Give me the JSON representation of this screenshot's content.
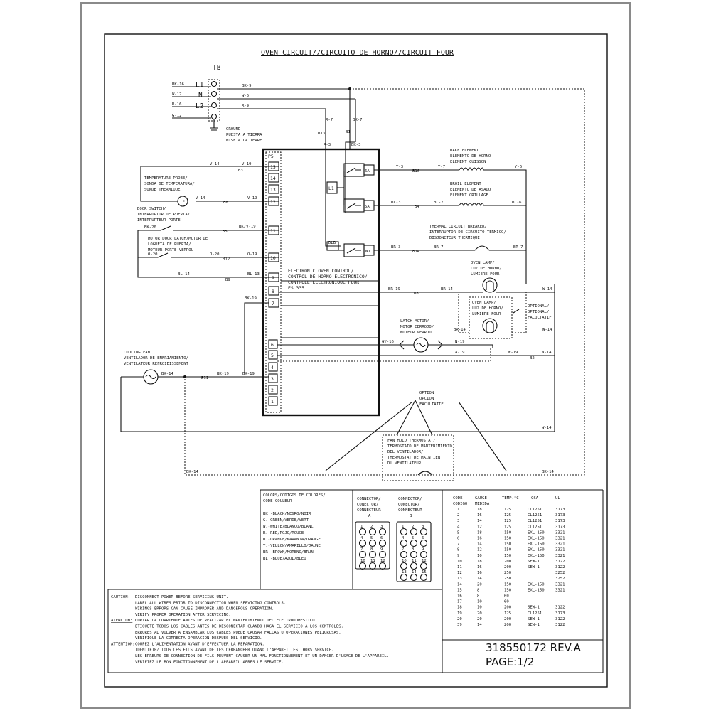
{
  "title": "OVEN CIRCUIT//CIRCUITO DE HORNO//CIRCUIT FOUR",
  "terminal_block": {
    "name": "TB",
    "terminals": [
      "L1",
      "N",
      "L2"
    ],
    "incoming": [
      "BK-16",
      "W-17",
      "R-16",
      "G-12"
    ],
    "outgoing": [
      "BK-9",
      "W-5",
      "R-9"
    ]
  },
  "ground": [
    "GROUND",
    "PUESTA A TIERRA",
    "MISE A LA TERRE"
  ],
  "wire_labels": {
    "r7": "R-7",
    "bk7": "BK-7",
    "r3": "R-3",
    "bk3": "BK-3",
    "v19a": "V-19",
    "v14a": "V-14",
    "v14b": "V-14",
    "v19b": "V-19",
    "bk20": "BK-20",
    "bkv19": "BK/V-19",
    "o20a": "O-20",
    "o20b": "O-20",
    "o19": "O-19",
    "bl14": "BL-14",
    "bl13": "BL-13",
    "bk19a": "BK-19",
    "bk14a": "BK-14",
    "bk19b": "BK-19",
    "bk19c": "BK-19",
    "y3": "Y-3",
    "y7": "Y-7",
    "y6": "Y-6",
    "bl3": "BL-3",
    "bl7": "BL-7",
    "bl6": "BL-6",
    "br3": "BR-3",
    "br7a": "BR-7",
    "br7b": "BR-7",
    "br19": "BR-19",
    "br14a": "BR-14",
    "br14b": "BR-14",
    "w14a": "W-14",
    "w14b": "W-14",
    "gy16": "GY-16",
    "n19a": "N-19",
    "a19": "A-19",
    "w19": "W-19",
    "n14": "N-14",
    "w14c": "W-14",
    "bk14b": "BK-14",
    "bk14c": "BK-14"
  },
  "connection_points": {
    "b13": "B13",
    "b1": "B1",
    "b3": "B3",
    "b6": "B6",
    "b5": "B5",
    "b12": "B12",
    "b9": "B9",
    "b10": "B10",
    "b4": "B4",
    "b14": "B14",
    "b8": "B8",
    "b2": "B2",
    "b11": "B11"
  },
  "control": {
    "p5": "P5",
    "pins_upper": [
      "15",
      "14",
      "13",
      "12",
      "11",
      "10",
      "9",
      "8",
      "7"
    ],
    "pins_lower": [
      "6",
      "5",
      "4",
      "3",
      "2",
      "1"
    ],
    "label": [
      "ELECTRONIC OVEN CONTROL/",
      "CONTROL DE HORNO ELECTRONICO/",
      "CONTROLE ELECTRONIQUE FOUR",
      "ES 335"
    ],
    "relays": [
      "L1",
      "DLB"
    ],
    "relay_terminals": [
      "6A",
      "5A",
      "N1"
    ]
  },
  "components": {
    "temp_probe": [
      "TEMPERATURE PROBE/",
      "SONDA DE TEMPERATURA/",
      "SONDE THERMIQUE"
    ],
    "door_switch": [
      "DOOR SWITCH/",
      "INTERRUPTOR DE PUERTA/",
      "INTERRUPTEUR PORTE"
    ],
    "motor_door_latch": [
      "MOTOR DOOR LATCH/MOTOR DE",
      "LOGUETA DE PUERTA/",
      "MOTEUR PORTE VERROU"
    ],
    "bake": [
      "BAKE ELEMENT",
      "ELEMENTO DE HORNO",
      "ELEMENT CUISSON"
    ],
    "broil": [
      "BROIL ELEMENT",
      "ELEMENTO DE ASADO",
      "ELEMENT GRILLAGE"
    ],
    "breaker": [
      "THERMAL CIRCUIT BREAKER/",
      "INTERRUPTOR DE CIRCUITO TERMICO/",
      "DISJONCTEUR THERMIQUE"
    ],
    "lamp": [
      "OVEN LAMP/",
      "LUZ DE HORNO/",
      "LUMIERE FOUR"
    ],
    "lamp2": [
      "OVEN LAMP/",
      "LUZ DE HORNO/",
      "LUMIERE FOUR"
    ],
    "optional": [
      "OPTIONAL/",
      "OPTIONAL/",
      "FACULTATIF"
    ],
    "latch_motor": [
      "LATCH MOTOR/",
      "MOTOR CERROJO/",
      "MOTEUR VERROU"
    ],
    "cooling_fan": [
      "COOLING FAN",
      "VENTILADOR DE ENFRIAMIENTO/",
      "VENTILATEUR REFROIDISSEMENT"
    ],
    "option": [
      "OPTION",
      "OPCION",
      "FACULTATIF"
    ],
    "fan_hold": [
      "FAN HOLD THERMOSTAT/",
      "TERMOSTATO DE MANTENIMIENTO",
      "DEL VENTILADOR/",
      "THERMOSTAT DE MAINTIEN",
      "DU VENTILATEUR"
    ]
  },
  "colors": {
    "header": [
      "COLORS/CODIGOS DE COLORES/",
      "CODE COULEUR"
    ],
    "items": [
      "BK.-BLACK/NEGRO/NOIR",
      "G. GREEN/VERDE/VERT",
      "W.-WHITE/BLANCO/BLANC",
      "R.-RED/ROJO/ROUGE",
      "O.-ORANGE/NARANJA/ORANGE",
      "Y.-YELLOW/AMARILLO/JAUNE",
      "BR.-BROWN/MORENO/BRUN",
      "BL.-BLUE/AZUL/BLEU"
    ]
  },
  "connector_a": {
    "title": [
      "CONNECTOR/",
      "CONECTOR/",
      "CONNECTEUR",
      "A"
    ],
    "rows": [
      [
        "1",
        "2",
        "3"
      ],
      [
        "4",
        "5",
        "6"
      ],
      [
        "7",
        "8",
        "9"
      ],
      [
        "10",
        "11",
        "12"
      ]
    ]
  },
  "connector_b": {
    "title": [
      "CONNECTOR/",
      "CONECTOR/",
      "CONNECTEUR",
      "B"
    ],
    "rows": [
      [
        "1",
        "2",
        "3"
      ],
      [
        "4",
        "5",
        "6"
      ],
      [
        "7",
        "8",
        "9"
      ],
      [
        "10",
        "11",
        "12"
      ],
      [
        "13",
        "14",
        "15"
      ]
    ]
  },
  "wire_table": {
    "headers": [
      "CODE",
      "GAUGE",
      "TEMP.°C",
      "CSA",
      "UL"
    ],
    "headers2": [
      "CODIGO",
      "MEDIDA",
      "",
      "",
      ""
    ],
    "rows": [
      [
        "1",
        "18",
        "125",
        "CL1251",
        "3173"
      ],
      [
        "2",
        "16",
        "125",
        "CL1251",
        "3173"
      ],
      [
        "3",
        "14",
        "125",
        "CL1251",
        "3173"
      ],
      [
        "4",
        "12",
        "125",
        "CL1251",
        "3173"
      ],
      [
        "5",
        "18",
        "150",
        "EXL-150",
        "3321"
      ],
      [
        "6",
        "16",
        "150",
        "EXL-150",
        "3321"
      ],
      [
        "7",
        "14",
        "150",
        "EXL-150",
        "3321"
      ],
      [
        "8",
        "12",
        "150",
        "EXL-150",
        "3321"
      ],
      [
        "9",
        "10",
        "150",
        "EXL-150",
        "3321"
      ],
      [
        "10",
        "18",
        "200",
        "SEW-1",
        "3122"
      ],
      [
        "11",
        "16",
        "200",
        "SEW-1",
        "3122"
      ],
      [
        "12",
        "16",
        "250",
        "",
        "3252"
      ],
      [
        "13",
        "14",
        "250",
        "",
        "3252"
      ],
      [
        "14",
        "20",
        "150",
        "EXL-150",
        "3321"
      ],
      [
        "15",
        "8",
        "150",
        "EXL-150",
        "3321"
      ],
      [
        "16",
        "8",
        "60",
        "",
        ""
      ],
      [
        "17",
        "10",
        "60",
        "",
        ""
      ],
      [
        "18",
        "10",
        "200",
        "SEW-1",
        "3122"
      ],
      [
        "19",
        "20",
        "125",
        "CL1251",
        "3173"
      ],
      [
        "20",
        "20",
        "200",
        "SEW-1",
        "3122"
      ],
      [
        "39",
        "14",
        "200",
        "SEW-1",
        "3122"
      ]
    ]
  },
  "caution": {
    "lines": [
      [
        "CAUTION:",
        "DISCONNECT POWER BEFORE SERVICING UNIT."
      ],
      [
        "",
        "LABEL ALL WIRES PRIOR TO DISCONNECTION WHEN SERVICING CONTROLS."
      ],
      [
        "",
        "WIRINGS ERRORS CAN CAUSE IMPROPER AND DANGEROUS OPERATION."
      ],
      [
        "",
        "VERIFY PROPER OPERATION AFTER SERVICING."
      ],
      [
        "ATENCION:",
        "CORTAR LA CORRIENTE ANTES DE REALIZAR EL MANTENIMIENTO DEL ELECTRODOMESTICO."
      ],
      [
        "",
        "ETIQUETE TODOS LOS CABLES ANTES DE DESCONECTAR CUANDO HAGA EL SERVICIO A LOS CONTROLES."
      ],
      [
        "",
        "ERRORES AL VOLVER A ENSAMBLAR LOS CABLES PUEDE CAUSAR FALLAS U OPERACIONES PELIGROSAS."
      ],
      [
        "",
        "VERIFIQUE LA CORRECTA OPERACION DESPUES DEL SERVICIO."
      ],
      [
        "ATTENTION:",
        "COUPEZ L'ALIMENTATION AVANT D'EFFECTUER LA REPARATION."
      ],
      [
        "",
        "IDENTIFIEZ TOUS LES FILS AVANT DE LES DEBRANCHER QUAND L'APPAREIL EST HORS SERVICE."
      ],
      [
        "",
        "LES ERREURS DE CONNECTION DE FILS PEUVENT CAUSER UN MAL FONCTIONNEMENT ET UN DANGER D'USAGE DE L'APPAREIL."
      ],
      [
        "",
        "VERIFIEZ LE BON FONCTIONNEMENT DE L'APPAREIL APRES LE SERVICE."
      ]
    ]
  },
  "part_number": "318550172 REV.A",
  "page": "PAGE:1/2"
}
